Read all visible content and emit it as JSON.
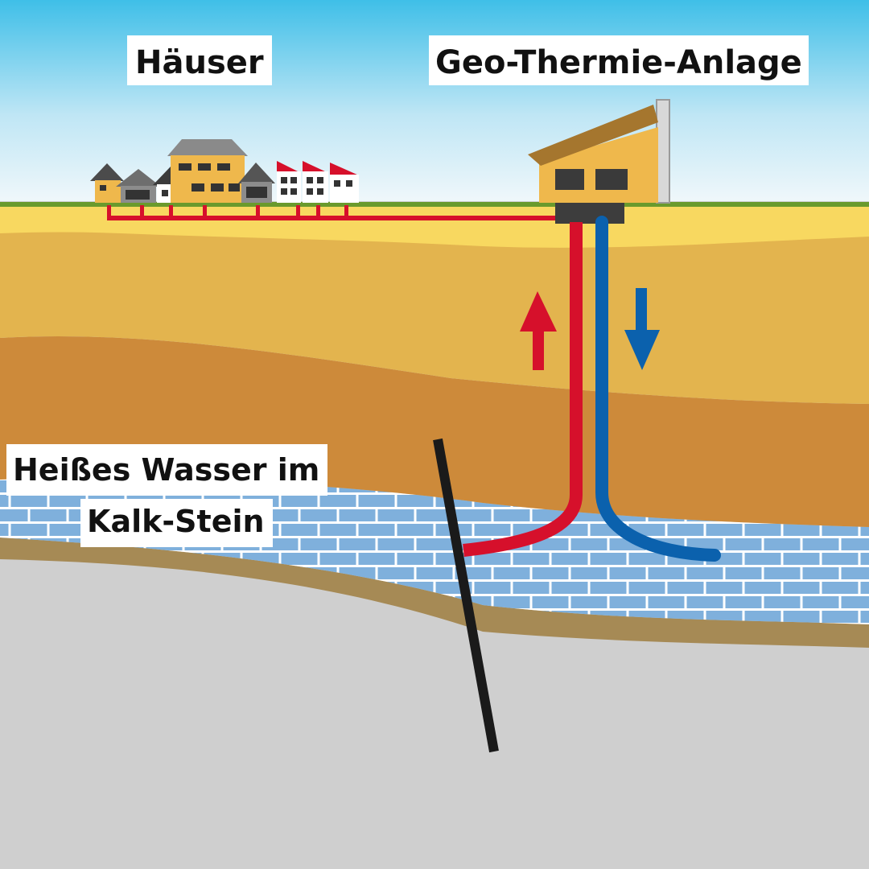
{
  "labels": {
    "houses": "Häuser",
    "plant": "Geo-Thermie-Anlage",
    "hot_water_line1": "Heißes Wasser im",
    "hot_water_line2": "Kalk-Stein"
  },
  "colors": {
    "sky_top": "#3fbfe8",
    "sky_bottom": "#f2f8fb",
    "grass": "#6a9a2c",
    "topsoil": "#f8d860",
    "middle_soil": "#e3b44e",
    "deep_soil": "#cd8a3a",
    "limestone": "#7fb0dc",
    "limestone_mortar": "#ffffff",
    "brown_band": "#a68a55",
    "bedrock": "#cfcfcf",
    "hot_pipe": "#d6102b",
    "cold_pipe": "#0b61ad",
    "fault_line": "#1a1a1a",
    "plant_wall": "#efb84c",
    "plant_roof": "#a5762e"
  },
  "icons": {
    "up_arrow": "hot-water-up-arrow-icon",
    "down_arrow": "cold-water-down-arrow-icon"
  }
}
